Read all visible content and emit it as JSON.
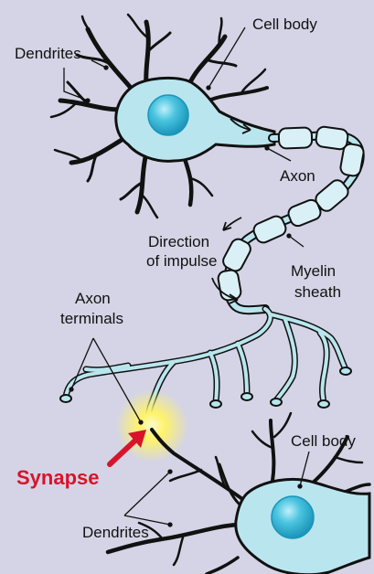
{
  "labels": {
    "dendrites_top": "Dendrites",
    "cell_body_top": "Cell body",
    "axon": "Axon",
    "direction_line1": "Direction",
    "direction_line2": "of impulse",
    "myelin_line1": "Myelin",
    "myelin_line2": "sheath",
    "axon_terminals_line1": "Axon",
    "axon_terminals_line2": "terminals",
    "cell_body_bottom": "Cell body",
    "synapse": "Synapse",
    "dendrites_bottom": "Dendrites"
  },
  "colors": {
    "background": "#d4d4e6",
    "cytoplasm": "#b9e6ee",
    "nucleus": "#28b3d3",
    "outline": "#111111",
    "myelin": "#d9f1f6",
    "synapse_glow": "#fff25a",
    "synapse_label": "#d7142a",
    "arrow": "#d7142a"
  }
}
